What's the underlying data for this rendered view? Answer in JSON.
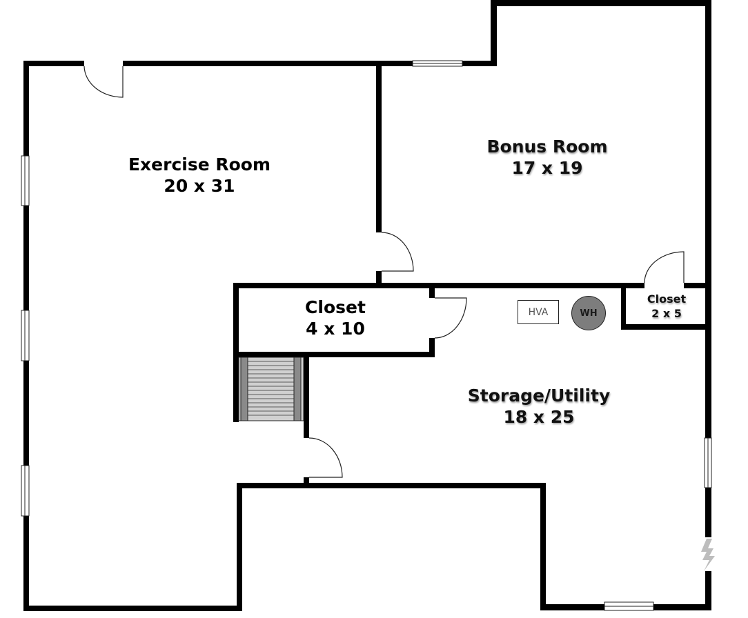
{
  "floorplan": {
    "rooms": [
      {
        "id": "exercise-room",
        "name": "Exercise Room",
        "dims": "20 x 31"
      },
      {
        "id": "bonus-room",
        "name": "Bonus Room",
        "dims": "17 x 19"
      },
      {
        "id": "closet-large",
        "name": "Closet",
        "dims": "4 x 10"
      },
      {
        "id": "storage-utility",
        "name": "Storage/Utility",
        "dims": "18 x 25"
      },
      {
        "id": "closet-small",
        "name": "Closet",
        "dims": "2 x 5"
      }
    ],
    "fixtures": {
      "hvac_label": "HVA",
      "water_heater_label": "WH"
    },
    "symbols": [
      "door-swing",
      "window",
      "stairs",
      "electrical-panel"
    ],
    "colors": {
      "wall": "#000000",
      "stairs_fill": "#d0d0d0",
      "stairs_rail": "#8a8a8a",
      "water_heater": "#7d7d7d",
      "electrical_symbol": "#bdbdbd",
      "background": "#ffffff"
    }
  }
}
